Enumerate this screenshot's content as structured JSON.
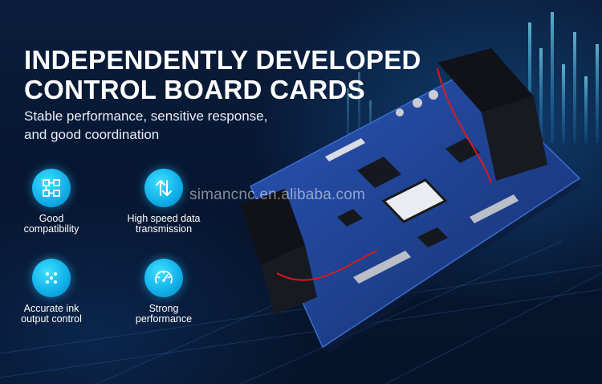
{
  "banner": {
    "title_lines": [
      "INDEPENDENTLY DEVELOPED",
      "CONTROL BOARD CARDS"
    ],
    "subtitle_lines": [
      "Stable performance, sensitive response,",
      "and good coordination"
    ],
    "watermark": "simancnc.en.alibaba.com"
  },
  "features": [
    {
      "icon": "modules-network-icon",
      "lines": [
        "Good",
        "compatibility"
      ]
    },
    {
      "icon": "up-down-arrows-icon",
      "lines": [
        "High speed data",
        "transmission"
      ]
    },
    {
      "icon": "ink-dots-icon",
      "lines": [
        "Accurate ink",
        "output control"
      ]
    },
    {
      "icon": "speedometer-icon",
      "lines": [
        "Strong",
        "performance"
      ]
    }
  ],
  "colors": {
    "background": "#0a1d3a",
    "accent_cyan": "#12b2ea",
    "pcb_blue": "#1d3f8f",
    "text": "#ffffff"
  }
}
